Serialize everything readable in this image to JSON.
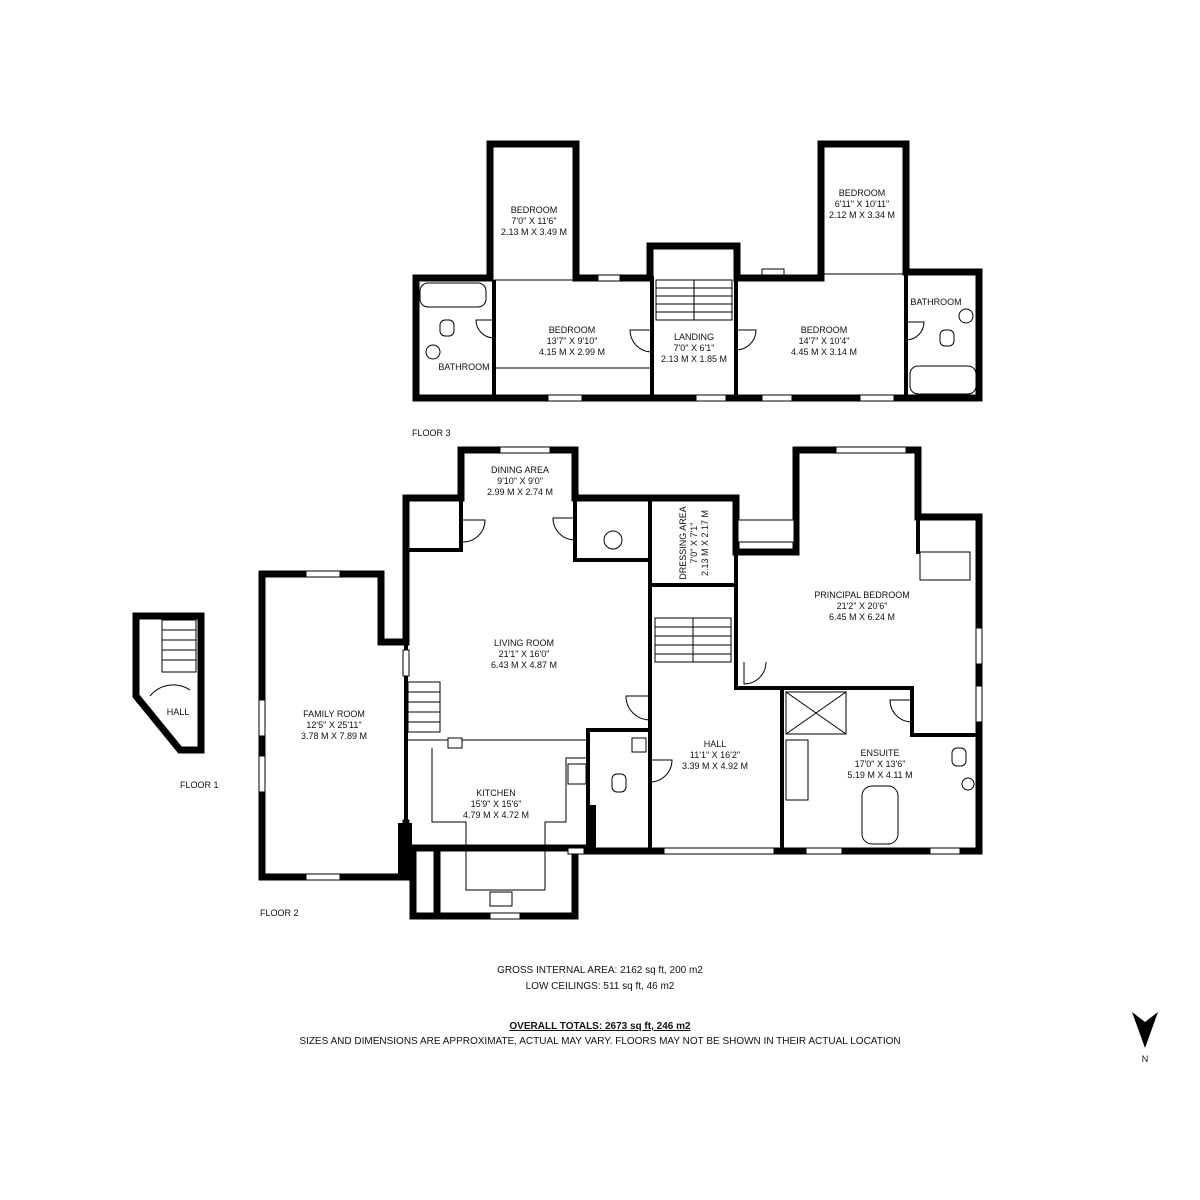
{
  "floors": [
    {
      "label": "FLOOR 3"
    },
    {
      "label": "FLOOR 2"
    },
    {
      "label": "FLOOR 1"
    }
  ],
  "rooms": [
    {
      "name": "BEDROOM",
      "imperial": "7'0\" X 11'6\"",
      "metric": "2.13 M X 3.49 M"
    },
    {
      "name": "BEDROOM",
      "imperial": "6'11\" X 10'11\"",
      "metric": "2.12 M X 3.34 M"
    },
    {
      "name": "BEDROOM",
      "imperial": "13'7\" X 9'10\"",
      "metric": "4.15 M X 2.99 M"
    },
    {
      "name": "LANDING",
      "imperial": "7'0\" X 6'1\"",
      "metric": "2.13 M X 1.85 M"
    },
    {
      "name": "BEDROOM",
      "imperial": "14'7\" X 10'4\"",
      "metric": "4.45 M X 3.14 M"
    },
    {
      "name": "BATHROOM"
    },
    {
      "name": "BATHROOM"
    },
    {
      "name": "DINING AREA",
      "imperial": "9'10\" X 9'0\"",
      "metric": "2.99 M X 2.74 M"
    },
    {
      "name": "DRESSING AREA",
      "imperial": "7'0\" X 7'1\"",
      "metric": "2.13 M X 2.17 M"
    },
    {
      "name": "PRINCIPAL BEDROOM",
      "imperial": "21'2\" X 20'6\"",
      "metric": "6.45 M X 6.24 M"
    },
    {
      "name": "LIVING ROOM",
      "imperial": "21'1\" X 16'0\"",
      "metric": "6.43 M X 4.87 M"
    },
    {
      "name": "FAMILY ROOM",
      "imperial": "12'5\" X 25'11\"",
      "metric": "3.78 M X 7.89 M"
    },
    {
      "name": "HALL",
      "imperial": "11'1\" X 16'2\"",
      "metric": "3.39 M X 4.92 M"
    },
    {
      "name": "ENSUITE",
      "imperial": "17'0\" X 13'6\"",
      "metric": "5.19 M X 4.11 M"
    },
    {
      "name": "KITCHEN",
      "imperial": "15'9\" X 15'6\"",
      "metric": "4.79 M X 4.72 M"
    },
    {
      "name": "HALL"
    }
  ],
  "footer": {
    "gross_area": "GROSS INTERNAL AREA: 2162 sq ft, 200 m2",
    "low_ceilings": "LOW CEILINGS: 511 sq ft, 46 m2",
    "overall": "OVERALL TOTALS: 2673 sq ft, 246 m2",
    "disclaimer": "SIZES AND DIMENSIONS ARE APPROXIMATE, ACTUAL MAY VARY.  FLOORS MAY NOT BE SHOWN IN THEIR ACTUAL LOCATION"
  },
  "compass": {
    "label": "N"
  }
}
